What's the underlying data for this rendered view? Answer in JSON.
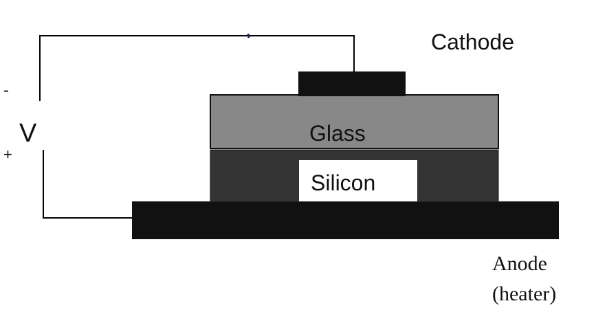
{
  "labels": {
    "cathode": "Cathode",
    "glass": "Glass",
    "silicon": "Silicon",
    "anode_line1": "Anode",
    "anode_line2": "(heater)",
    "voltage": "V",
    "minus": "-",
    "plus": "+"
  },
  "colors": {
    "cathode_fill": "#111111",
    "glass_fill": "#888888",
    "silicon_layer_fill": "#333333",
    "silicon_window_fill": "#ffffff",
    "anode_fill": "#111111",
    "wire": "#000000",
    "text": "#111111"
  }
}
